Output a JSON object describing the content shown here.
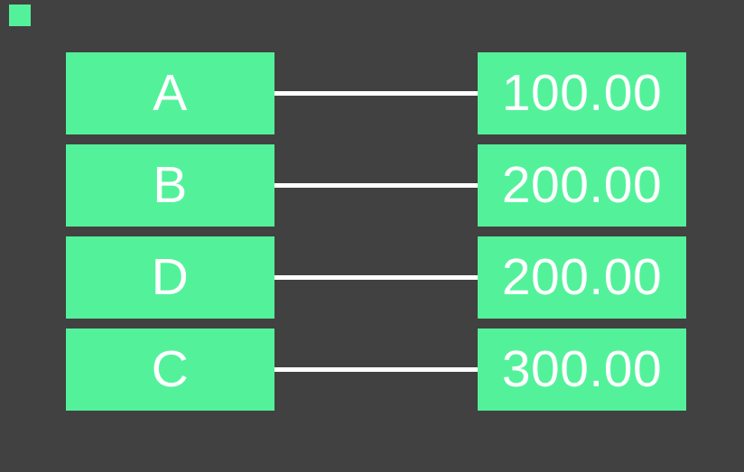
{
  "window": {
    "background_color": "#414141"
  },
  "colors": {
    "node_green": "#53F29A",
    "text_white": "#FFFFFF",
    "connector_white": "#FFFFFF"
  },
  "corner_marker": {
    "color": "#53F29A"
  },
  "diagram": {
    "type": "key-value-mapping",
    "rows": [
      {
        "label": "A",
        "value": "100.00"
      },
      {
        "label": "B",
        "value": "200.00"
      },
      {
        "label": "D",
        "value": "200.00"
      },
      {
        "label": "C",
        "value": "300.00"
      }
    ]
  }
}
